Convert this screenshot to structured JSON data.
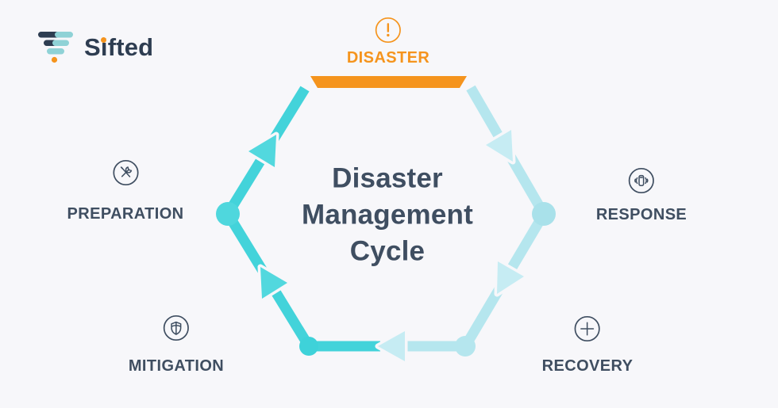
{
  "logo": {
    "text": "Sifted"
  },
  "title": {
    "text": "Disaster Management Cycle"
  },
  "stages": [
    {
      "id": "disaster",
      "label": "DISASTER",
      "icon": "alert-icon"
    },
    {
      "id": "response",
      "label": "RESPONSE",
      "icon": "phone-ring-icon"
    },
    {
      "id": "recovery",
      "label": "RECOVERY",
      "icon": "plus-icon"
    },
    {
      "id": "mitigation",
      "label": "MITIGATION",
      "icon": "shield-icon"
    },
    {
      "id": "preparation",
      "label": "PREPARATION",
      "icon": "tools-icon"
    }
  ],
  "colors": {
    "background": "#f7f7fa",
    "accent_orange": "#f5941d",
    "accent_teal": "#43d3da",
    "accent_teal_light": "#b5e6ee",
    "text_dark": "#3f4e61",
    "logo_navy": "#2e3d51"
  }
}
